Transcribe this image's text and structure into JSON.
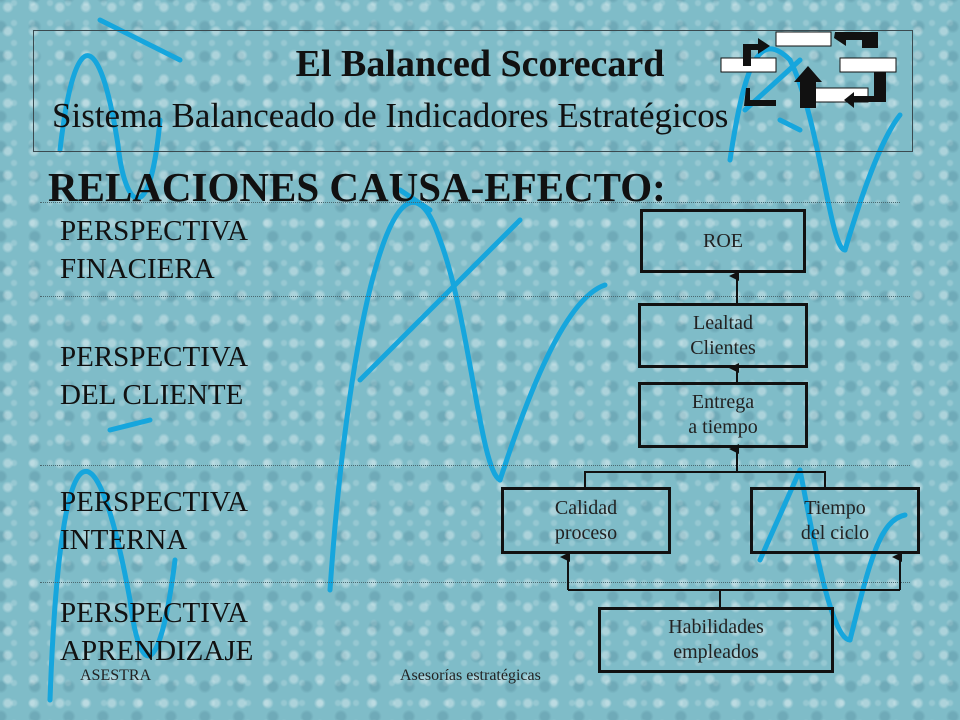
{
  "title": "El Balanced Scorecard",
  "subtitle": "Sistema Balanceado de Indicadores Estratégicos",
  "heading": "RELACIONES CAUSA-EFECTO:",
  "perspectives": [
    "PERSPECTIVA\nFINACIERA",
    "PERSPECTIVA\nDEL CLIENTE",
    "PERSPECTIVA\nINTERNA",
    "PERSPECTIVA\nAPRENDIZAJE"
  ],
  "nodes": {
    "roe": "ROE",
    "lealtad": "Lealtad\nClientes",
    "entrega": "Entrega\na tiempo",
    "calidad": "Calidad\nproceso",
    "tiempo": "Tiempo\ndel  ciclo",
    "habilidades": "Habilidades\nempleados"
  },
  "footer": {
    "left": "ASESTRA",
    "center": "Asesorías estratégicas"
  },
  "colors": {
    "background": "#7fbcc8",
    "decor_stroke": "#1aa3d8"
  }
}
